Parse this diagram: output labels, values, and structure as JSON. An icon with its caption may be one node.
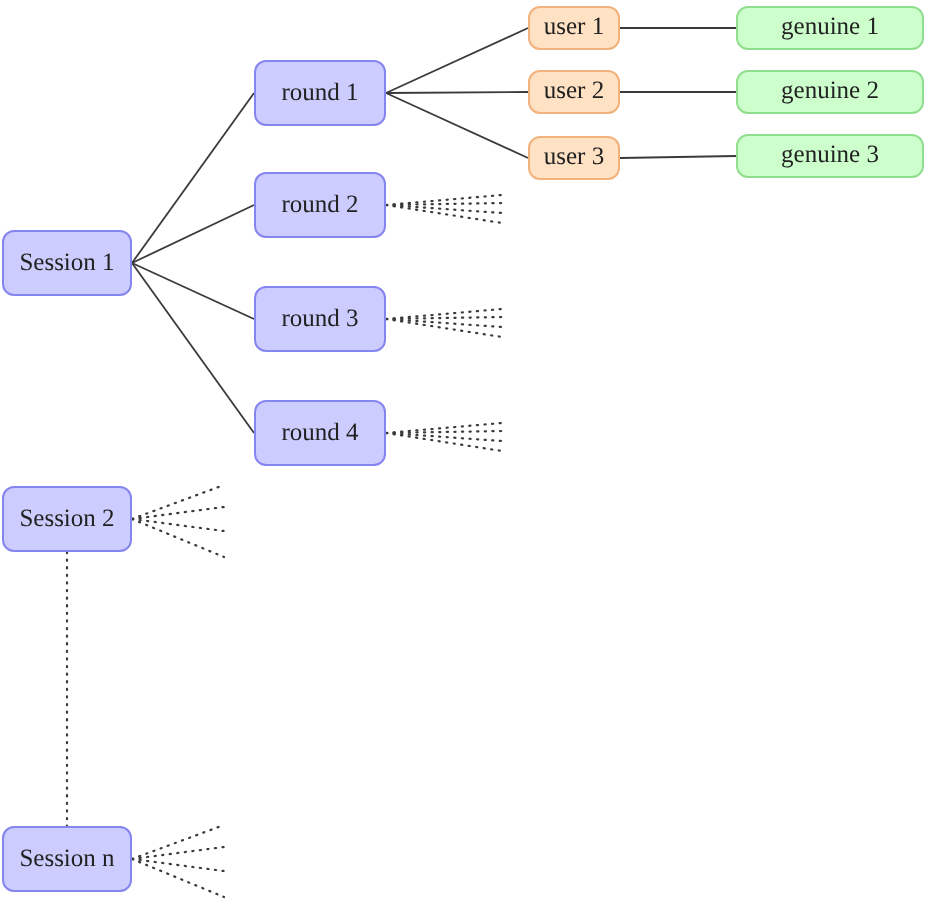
{
  "diagram": {
    "nodes": [
      {
        "text": [
          "Session 1"
        ]
      },
      {
        "text": [
          "round 1"
        ]
      },
      {
        "text": [
          "round 2"
        ]
      },
      {
        "text": [
          "round 3"
        ]
      },
      {
        "text": [
          "round 4"
        ]
      },
      {
        "text": [
          "user 1"
        ]
      },
      {
        "text": [
          "user 2"
        ]
      },
      {
        "text": [
          "user 3"
        ]
      },
      {
        "text": [
          "genuine 1"
        ]
      },
      {
        "text": [
          "genuine 2"
        ]
      },
      {
        "text": [
          "genuine 3"
        ]
      },
      {
        "text": [
          "Session 2"
        ]
      },
      {
        "text": [
          "Session n"
        ]
      }
    ],
    "edges": [
      {
        "from": 0,
        "to": 1,
        "arrow": "none"
      },
      {
        "from": 0,
        "to": 2,
        "arrow": "none"
      },
      {
        "from": 0,
        "to": 3,
        "arrow": "none"
      },
      {
        "from": 0,
        "to": 4,
        "arrow": "none"
      },
      {
        "from": 1,
        "to": 5,
        "arrow": "none"
      },
      {
        "from": 1,
        "to": 6,
        "arrow": "none"
      },
      {
        "from": 1,
        "to": 7,
        "arrow": "none"
      },
      {
        "from": 5,
        "to": 8,
        "arrow": "none"
      },
      {
        "from": 6,
        "to": 9,
        "arrow": "none"
      },
      {
        "from": 7,
        "to": 10,
        "arrow": "none"
      },
      {
        "from": 11,
        "to": 12,
        "arrow": "none",
        "style": "dashed"
      },
      {
        "from": 2,
        "to": null,
        "arrow": "none",
        "style": "dashed"
      },
      {
        "from": 2,
        "to": null,
        "arrow": "none",
        "style": "dashed"
      },
      {
        "from": 2,
        "to": null,
        "arrow": "none",
        "style": "dashed"
      },
      {
        "from": 2,
        "to": null,
        "arrow": "none",
        "style": "dashed"
      },
      {
        "from": 3,
        "to": null,
        "arrow": "none",
        "style": "dashed"
      },
      {
        "from": 3,
        "to": null,
        "arrow": "none",
        "style": "dashed"
      },
      {
        "from": 3,
        "to": null,
        "arrow": "none",
        "style": "dashed"
      },
      {
        "from": 3,
        "to": null,
        "arrow": "none",
        "style": "dashed"
      },
      {
        "from": 4,
        "to": null,
        "arrow": "none",
        "style": "dashed"
      },
      {
        "from": 4,
        "to": null,
        "arrow": "none",
        "style": "dashed"
      },
      {
        "from": 4,
        "to": null,
        "arrow": "none",
        "style": "dashed"
      },
      {
        "from": 4,
        "to": null,
        "arrow": "none",
        "style": "dashed"
      },
      {
        "from": 11,
        "to": null,
        "arrow": "none",
        "style": "dashed"
      },
      {
        "from": 11,
        "to": null,
        "arrow": "none",
        "style": "dashed"
      },
      {
        "from": 11,
        "to": null,
        "arrow": "none",
        "style": "dashed"
      },
      {
        "from": 11,
        "to": null,
        "arrow": "none",
        "style": "dashed"
      },
      {
        "from": 12,
        "to": null,
        "arrow": "none",
        "style": "dashed"
      },
      {
        "from": 12,
        "to": null,
        "arrow": "none",
        "style": "dashed"
      },
      {
        "from": 12,
        "to": null,
        "arrow": "none",
        "style": "dashed"
      },
      {
        "from": 12,
        "to": null,
        "arrow": "none",
        "style": "dashed"
      }
    ]
  }
}
